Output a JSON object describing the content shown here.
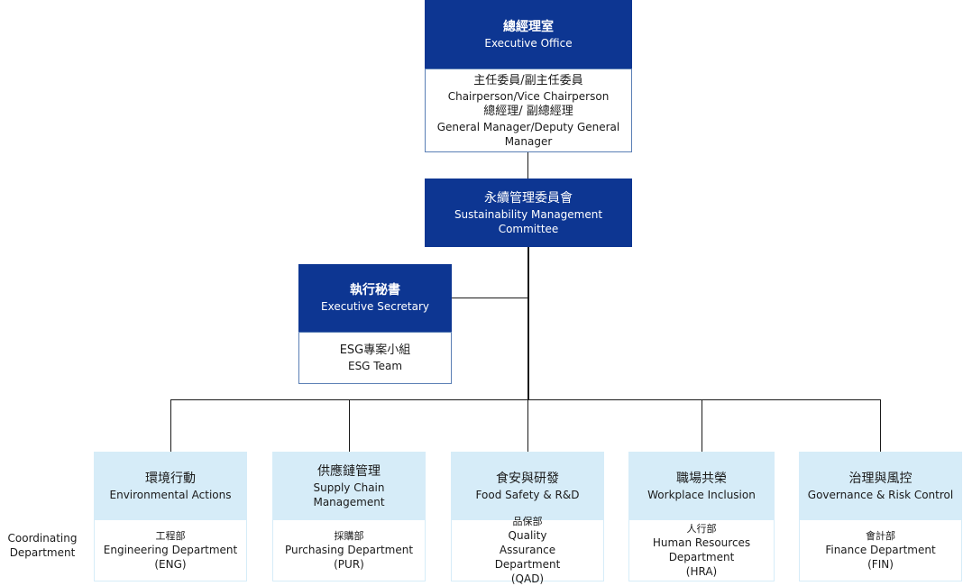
{
  "executive_office": {
    "zh": "總經理室",
    "en": "Executive Office",
    "members": [
      "主任委員/副主任委員",
      "Chairperson/Vice Chairperson",
      "總經理/ 副總經理",
      "General Manager/Deputy General Manager"
    ]
  },
  "committee": {
    "zh": "永續管理委員會",
    "en": "Sustainability Management Committee"
  },
  "secretary": {
    "zh": "執行秘書",
    "en": "Executive Secretary",
    "team_zh": "ESG專案小組",
    "team_en": "ESG Team"
  },
  "coordinating_label": "Coordinating Department",
  "groups": [
    {
      "zh": "環境行動",
      "en": "Environmental Actions",
      "dept_zh": "工程部",
      "dept_en": "Engineering Department",
      "dept_code": "(ENG)"
    },
    {
      "zh": "供應鏈管理",
      "en": "Supply Chain Management",
      "dept_zh": "採購部",
      "dept_en": "Purchasing Department",
      "dept_code": "(PUR)"
    },
    {
      "zh": "食安與研發",
      "en": "Food Safety & R&D",
      "dept_zh": "品保部",
      "dept_en": "Quality Assurance Department",
      "dept_code": "(QAD)"
    },
    {
      "zh": "職場共榮",
      "en": "Workplace Inclusion",
      "dept_zh": "人行部",
      "dept_en": "Human Resources Department",
      "dept_code": "(HRA)"
    },
    {
      "zh": "治理與風控",
      "en": "Governance & Risk Control",
      "dept_zh": "會計部",
      "dept_en": "Finance Department",
      "dept_code": "(FIN)"
    }
  ],
  "colors": {
    "navy": "#0d3692",
    "light_blue": "#d6ecf8",
    "line": "#1a1a1a"
  }
}
